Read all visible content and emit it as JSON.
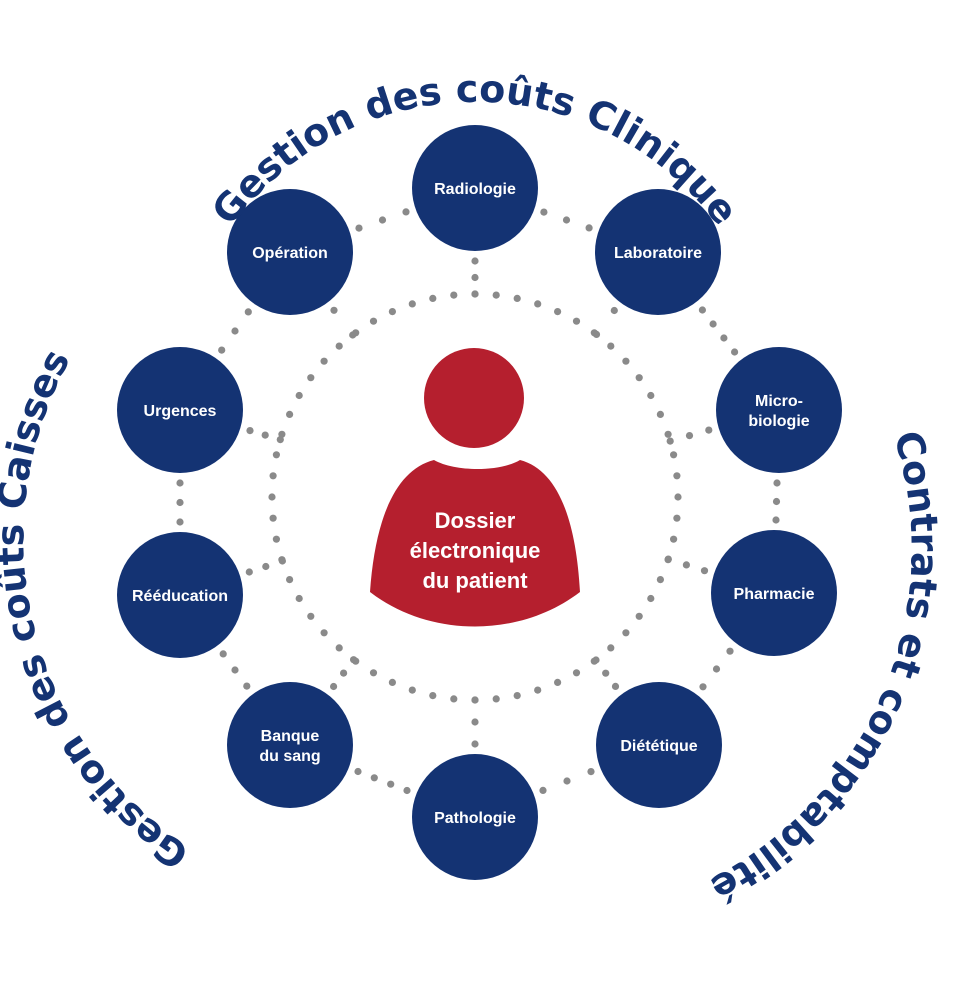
{
  "colors": {
    "node_fill": "#143373",
    "center_fill": "#b51f2e",
    "dots": "#8a8a8a",
    "arc_text": "#143373",
    "label_text": "#ffffff",
    "background": "#ffffff"
  },
  "arc_titles": {
    "top": "Gestion des coûts Clinique",
    "left": "Gestion des coûts Caisses",
    "right": "Contrats et comptabilité"
  },
  "center": {
    "lines": [
      "Dossier",
      "électronique",
      "du patient"
    ],
    "icon": "person-icon"
  },
  "nodes": [
    {
      "id": "radiologie",
      "lines": [
        "Radiologie"
      ]
    },
    {
      "id": "laboratoire",
      "lines": [
        "Laboratoire"
      ]
    },
    {
      "id": "microbiologie",
      "lines": [
        "Micro-",
        "biologie"
      ]
    },
    {
      "id": "pharmacie",
      "lines": [
        "Pharmacie"
      ]
    },
    {
      "id": "dietetique",
      "lines": [
        "Diététique"
      ]
    },
    {
      "id": "pathologie",
      "lines": [
        "Pathologie"
      ]
    },
    {
      "id": "banque-du-sang",
      "lines": [
        "Banque",
        "du sang"
      ]
    },
    {
      "id": "reeducation",
      "lines": [
        "Rééducation"
      ]
    },
    {
      "id": "urgences",
      "lines": [
        "Urgences"
      ]
    },
    {
      "id": "operation",
      "lines": [
        "Opération"
      ]
    }
  ]
}
